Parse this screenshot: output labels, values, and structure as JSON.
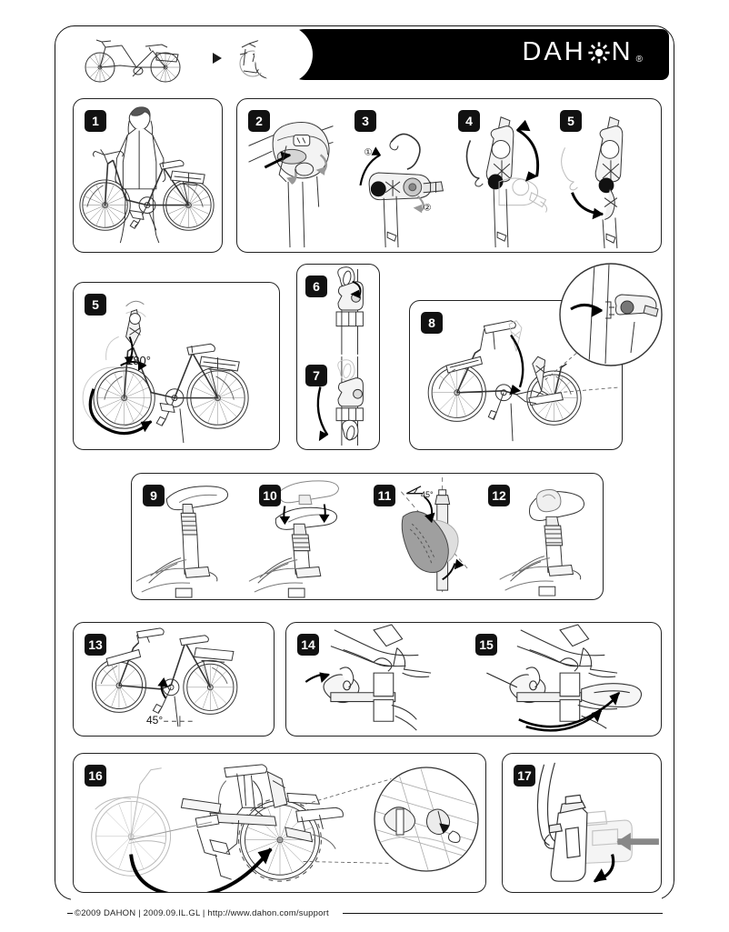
{
  "document": {
    "brand": "DAHON",
    "logo_letters_before": "DAH",
    "logo_letters_after": "N",
    "logo_registered": "®",
    "type": "folding-bicycle-folding-instructions"
  },
  "header": {
    "unfolded_bike_label": "unfolded-bicycle",
    "arrow_label": "becomes",
    "folded_bike_label": "folded-bicycle"
  },
  "footer": {
    "copyright": "©2009 DAHON  |  2009.09.IL.GL  |  http://www.dahon.com/support"
  },
  "colors": {
    "ink": "#111111",
    "line": "#222222",
    "paper": "#ffffff",
    "shade_light": "#e9e9e9",
    "shade_mid": "#bdbdbd",
    "shade_dark": "#8f8f8f",
    "bar": "#000000"
  },
  "steps": [
    {
      "n": "1",
      "caption": "",
      "subject": "rider-standing-with-unfolded-bike"
    },
    {
      "n": "2",
      "caption": "",
      "subject": "handlebar-latch-press"
    },
    {
      "n": "3",
      "caption": "",
      "subject": "handlepost-lever-open",
      "marks": [
        "①",
        "②"
      ]
    },
    {
      "n": "4",
      "caption": "",
      "subject": "handlepost-lever-rotate"
    },
    {
      "n": "5",
      "caption": "",
      "subject": "handlepost-lever-closed"
    },
    {
      "n": "5",
      "caption": "180°",
      "subject": "fold-handlepost-down-180-degrees"
    },
    {
      "n": "6",
      "caption": "",
      "subject": "frame-latch-unlock"
    },
    {
      "n": "7",
      "caption": "",
      "subject": "frame-latch-lever-down"
    },
    {
      "n": "8",
      "caption": "",
      "subject": "fold-frame-in-half",
      "has_detail_inset": true
    },
    {
      "n": "9",
      "caption": "",
      "subject": "seatpost-clamp-open"
    },
    {
      "n": "10",
      "caption": "",
      "subject": "lower-saddle"
    },
    {
      "n": "11",
      "caption": "45°",
      "subject": "rotate-saddle-45-degrees"
    },
    {
      "n": "12",
      "caption": "",
      "subject": "saddle-seated-position"
    },
    {
      "n": "13",
      "caption": "45°",
      "subject": "position-pedal-crank-45-degrees"
    },
    {
      "n": "14",
      "caption": "",
      "subject": "press-pedal-release"
    },
    {
      "n": "15",
      "caption": "",
      "subject": "fold-pedal-inward"
    },
    {
      "n": "16",
      "caption": "",
      "subject": "swing-wheels-together",
      "has_detail_inset": true
    },
    {
      "n": "17",
      "caption": "",
      "subject": "secure-magnet-catch"
    }
  ]
}
